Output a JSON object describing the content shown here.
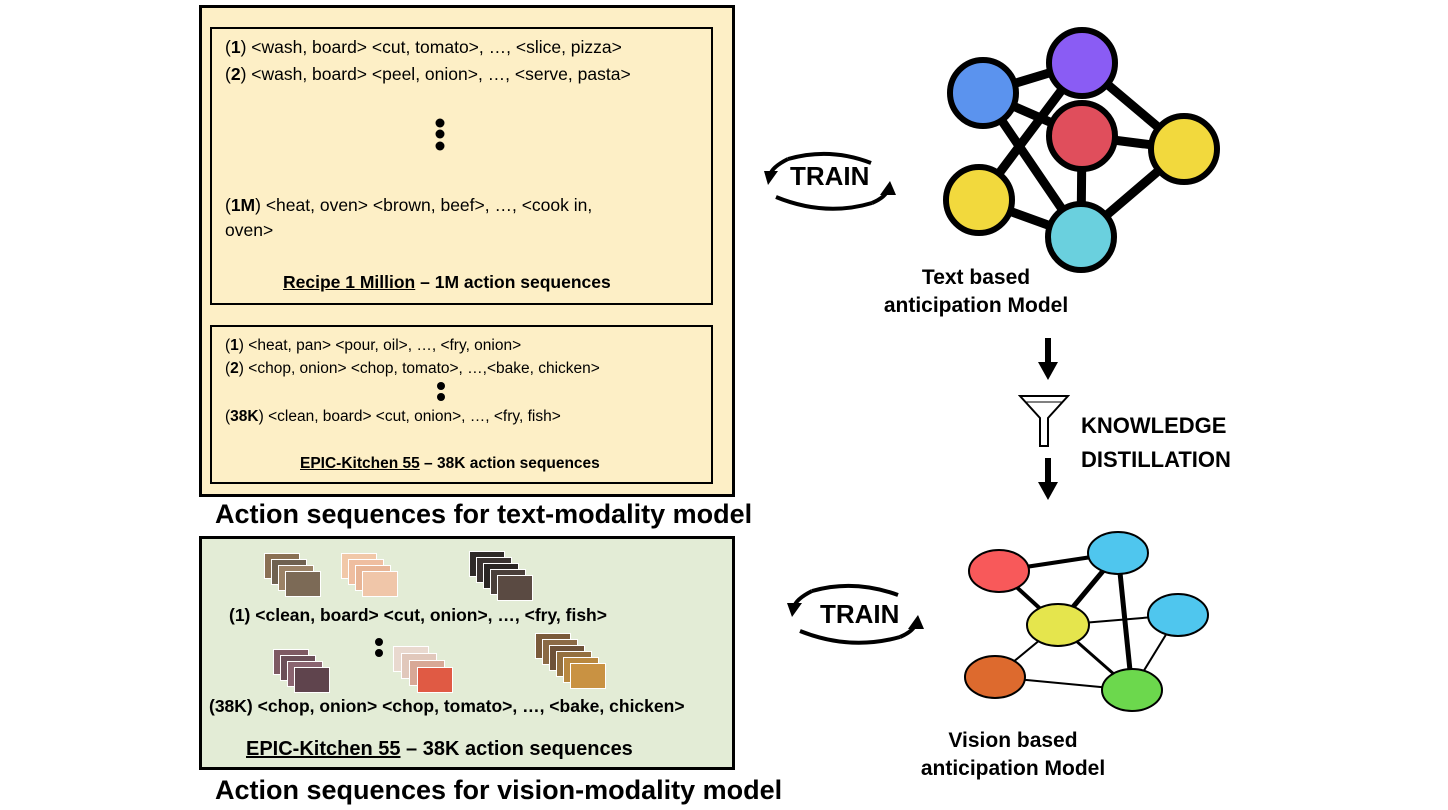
{
  "text_panel": {
    "recipe": {
      "lines": [
        {
          "id": "1",
          "text": " <wash, board>  <cut, tomato>, …, <slice, pizza>"
        },
        {
          "id": "2",
          "text": " <wash, board>  <peel, onion>, …, <serve, pasta>"
        },
        {
          "id": "1M",
          "text": " <heat, oven>  <brown, beef>, …, <cook in,"
        }
      ],
      "wrap": "oven>",
      "caption_name": "Recipe 1 Million",
      "caption_rest": " – 1M action sequences"
    },
    "epic": {
      "lines": [
        {
          "id": "1",
          "text": "  <heat, pan>  <pour, oil>, …, <fry, onion>"
        },
        {
          "id": "2",
          "text": "  <chop, onion>  <chop, tomato>, …,<bake, chicken>"
        },
        {
          "id": "38K",
          "text": " <clean, board>  <cut, onion>, …, <fry, fish>"
        }
      ],
      "caption_name": "EPIC-Kitchen 55",
      "caption_rest": " – 38K action sequences"
    },
    "caption": "Action sequences for text-modality model"
  },
  "vision_panel": {
    "line1": "(1) <clean, board>  <cut, onion>, …, <fry, fish>",
    "line2": "(38K) <chop, onion>  <chop, tomato>, …, <bake, chicken>",
    "caption_name": "EPIC-Kitchen 55",
    "caption_rest": " – 38K action sequences",
    "caption": "Action sequences for vision-modality model"
  },
  "train_top": "TRAIN",
  "train_bottom": "TRAIN",
  "text_model": {
    "line1": "Text based",
    "line2": "anticipation Model"
  },
  "vision_model": {
    "line1": "Vision based",
    "line2": "anticipation Model"
  },
  "distillation": {
    "line1": "KNOWLEDGE",
    "line2": "DISTILLATION"
  },
  "colors": {
    "text_panel_bg": "#fdefc6",
    "vision_panel_bg": "#e3ecd6",
    "node_blue": "#5b93ee",
    "node_purple": "#8a5cf4",
    "node_red": "#e04e5c",
    "node_yellow": "#f2d93d",
    "node_cyan": "#6ad0de",
    "vnode_red": "#f8595a",
    "vnode_blue": "#4fc6ee",
    "vnode_yellow": "#e5e54d",
    "vnode_orange": "#dd6a2e",
    "vnode_green": "#6cd84d"
  }
}
